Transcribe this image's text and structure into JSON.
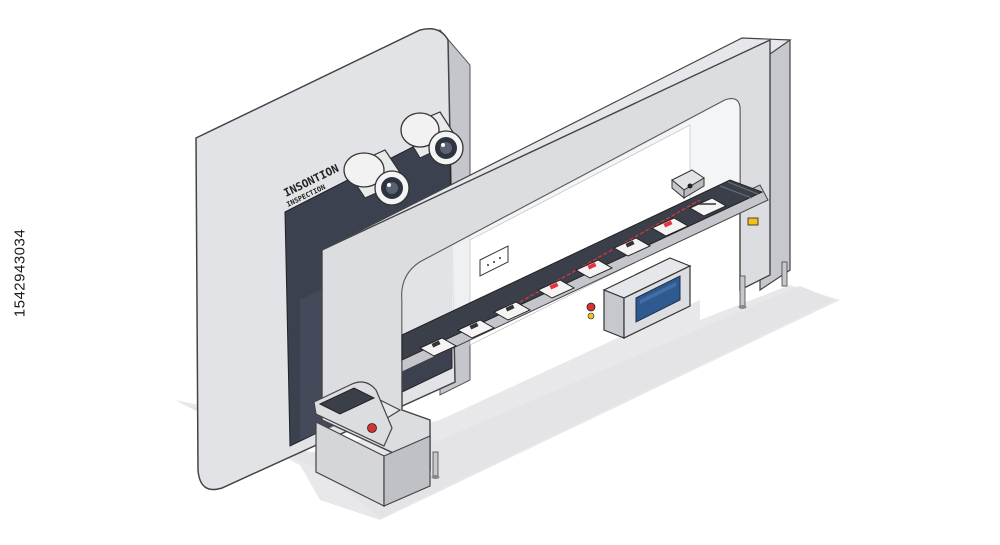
{
  "cabinet": {
    "label_line1": "INSONTION",
    "label_line2": "INSPECTION"
  },
  "stock_id": "1542943034",
  "palette": {
    "body": "#dcdde0",
    "body_dark": "#b9bbc1",
    "panel_dark": "#3c4150",
    "glass": "#f4f6f8",
    "belt": "#3b3f4a",
    "laser": "#e6333a",
    "screen": "#2f5a8f",
    "button_red": "#d63434",
    "button_yellow": "#f2c21b",
    "shadow": "#e7e7ea"
  }
}
